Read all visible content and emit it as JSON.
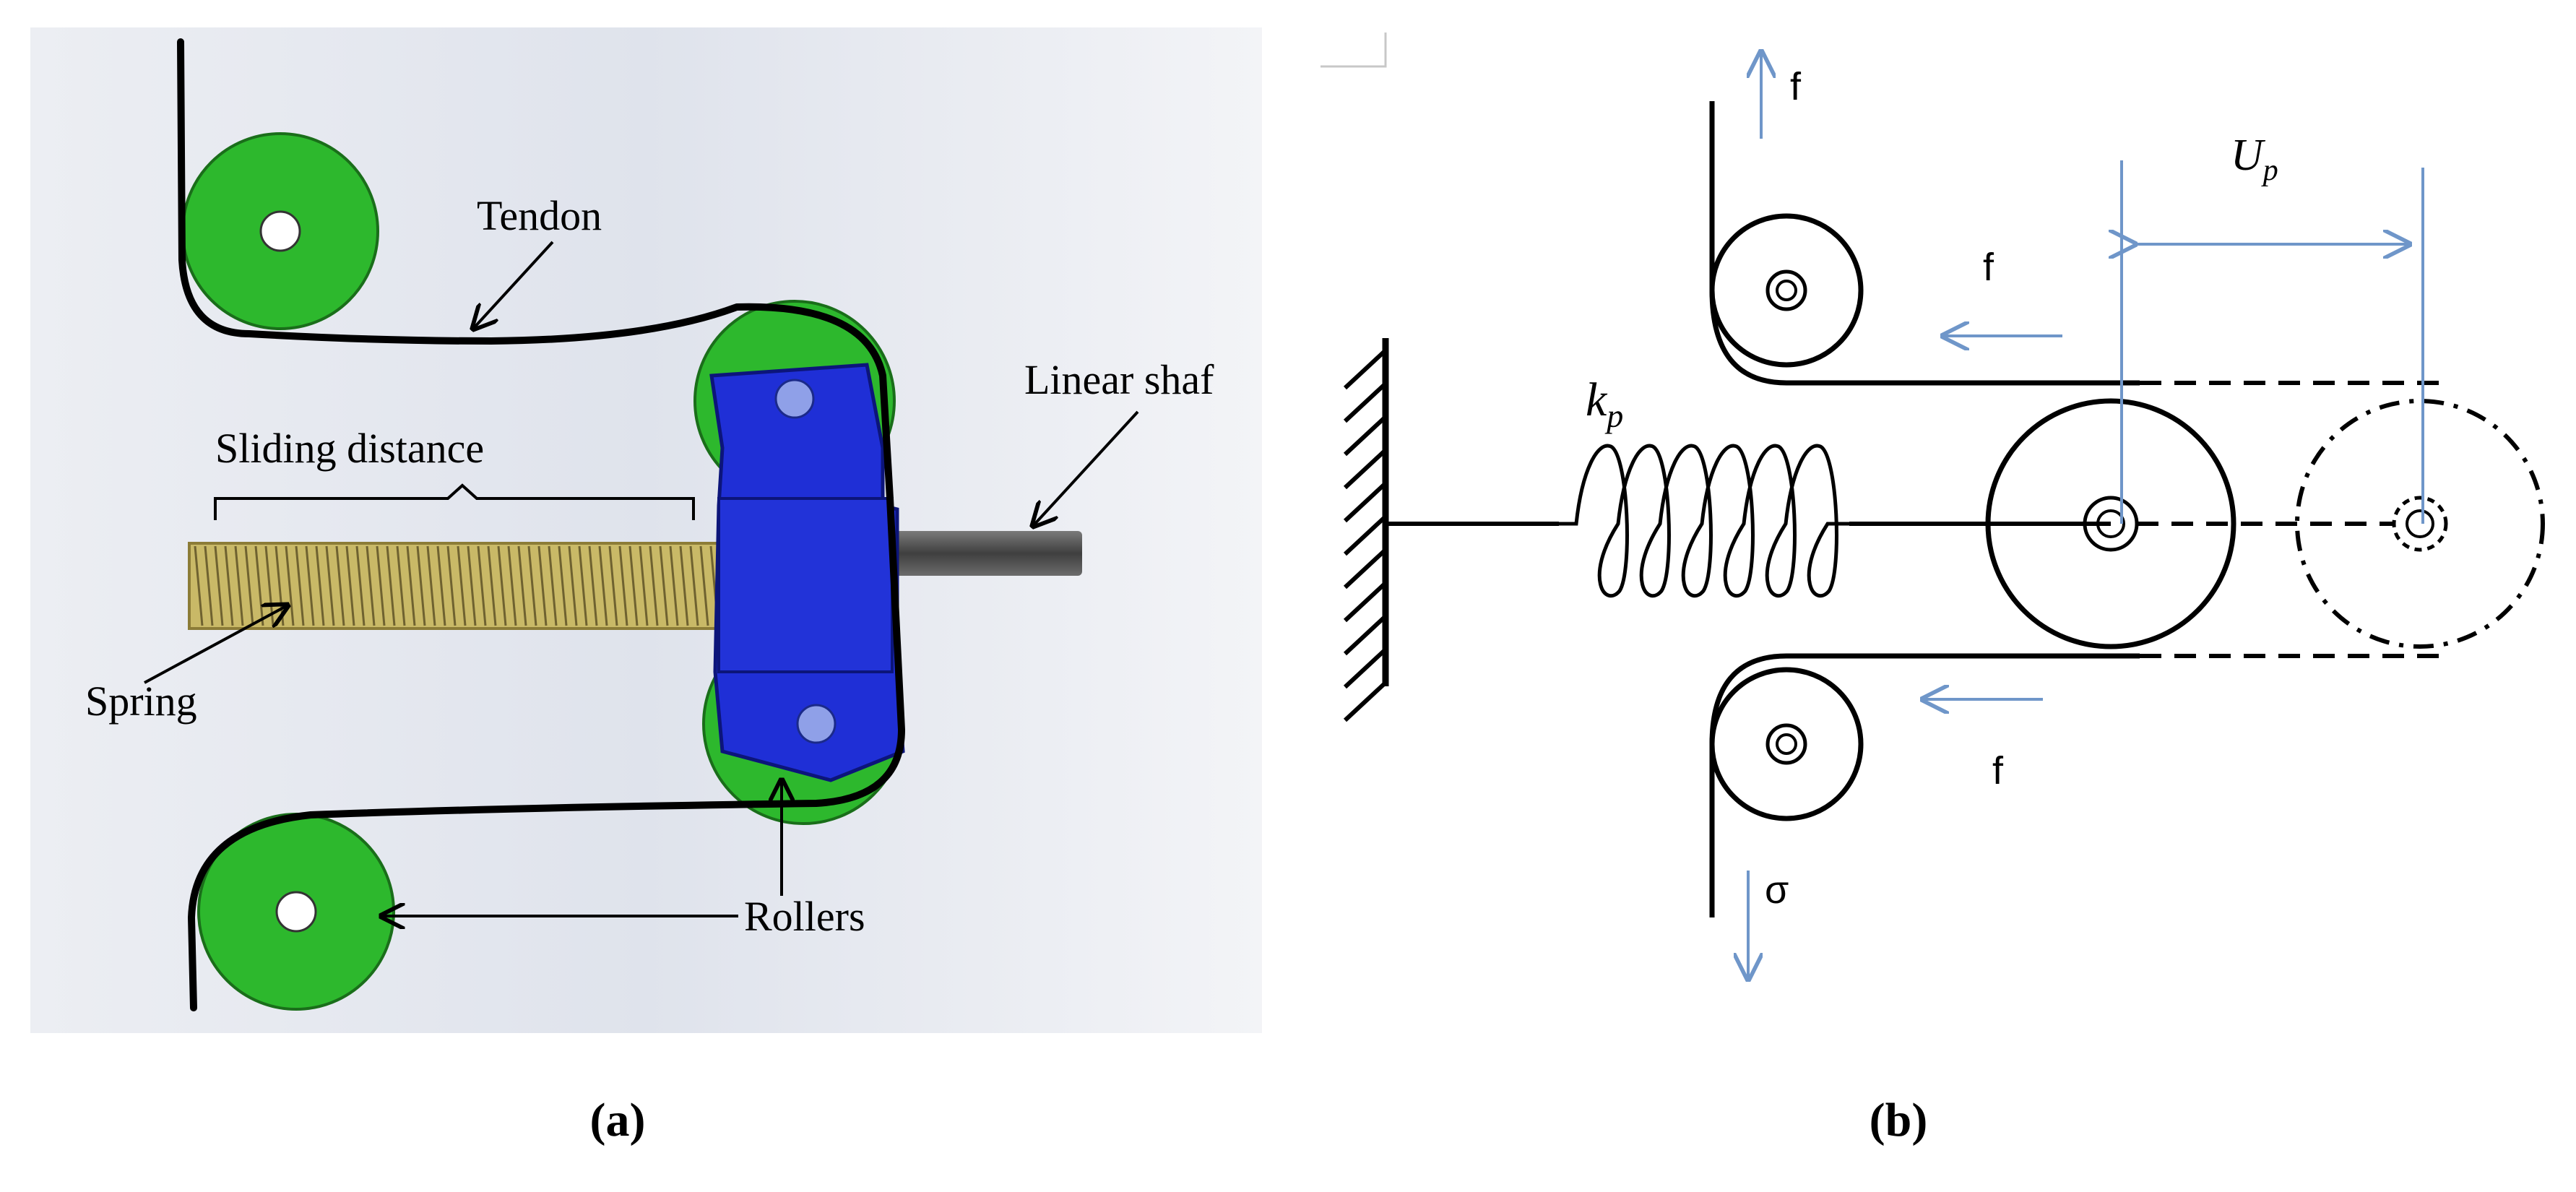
{
  "panel_a": {
    "caption": "(a)",
    "labels": {
      "tendon": "Tendon",
      "linear_shaft": "Linear shaf",
      "sliding_distance": "Sliding distance",
      "spring": "Spring",
      "rollers": "Rollers"
    },
    "colors": {
      "roller": "#2db82d",
      "slider": "#1f2fd6",
      "spring": "#cdbb6a",
      "shaft": "#4a4a4a",
      "background": "#e7eaf1"
    }
  },
  "panel_b": {
    "caption": "(b)",
    "labels": {
      "f_top": "f",
      "f_upper": "f",
      "f_lower": "f",
      "sigma": "σ",
      "kp_base": "k",
      "kp_sub": "p",
      "up_base": "U",
      "up_sub": "p"
    },
    "colors": {
      "arrow": "#6f96c9",
      "line": "#000000"
    }
  }
}
